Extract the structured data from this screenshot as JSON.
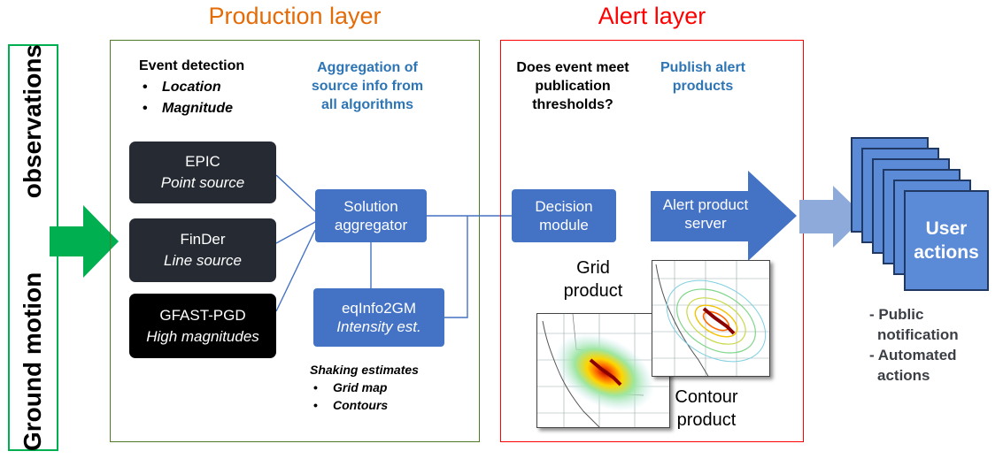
{
  "left_label": {
    "line1": "Ground motion",
    "line2": "observations"
  },
  "production_layer": {
    "title": "Production layer",
    "event_detection": {
      "title": "Event detection",
      "items": [
        "Location",
        "Magnitude"
      ]
    },
    "aggregation": {
      "lines": [
        "Aggregation of",
        "source info from",
        "all algorithms"
      ]
    },
    "algorithms": [
      {
        "name": "EPIC",
        "sub": "Point source"
      },
      {
        "name": "FinDer",
        "sub": "Line source"
      },
      {
        "name": "GFAST-PGD",
        "sub": "High magnitudes"
      }
    ],
    "solution_aggregator": {
      "lines": [
        "Solution",
        "aggregator"
      ]
    },
    "eqinfo": {
      "name": "eqInfo2GM",
      "sub": "Intensity est."
    },
    "shaking": {
      "title": "Shaking estimates",
      "items": [
        "Grid map",
        "Contours"
      ]
    }
  },
  "alert_layer": {
    "title": "Alert layer",
    "question": {
      "lines": [
        "Does event meet",
        "publication",
        "thresholds?"
      ]
    },
    "publish": {
      "lines": [
        "Publish alert",
        "products"
      ]
    },
    "decision_module": {
      "lines": [
        "Decision",
        "module"
      ]
    },
    "alert_server": {
      "lines": [
        "Alert product",
        "server"
      ]
    },
    "grid_product": {
      "lines": [
        "Grid",
        "product"
      ]
    },
    "contour_product": {
      "lines": [
        "Contour",
        "product"
      ]
    }
  },
  "user": {
    "lines": [
      "User",
      "actions"
    ],
    "list": [
      {
        "bullet": "- ",
        "lines": [
          "Public",
          "notification"
        ]
      },
      {
        "bullet": "- ",
        "lines": [
          "Automated",
          "actions"
        ]
      }
    ]
  },
  "colors": {
    "production": "#e36c09",
    "alert": "#ff0000",
    "green_frame": "#00b050",
    "production_frame": "#4f7a28",
    "blue_text": "#2e75b6",
    "blue_box": "#4472c4",
    "dark_box": "#262b33",
    "user_text": "#3b3f45"
  }
}
